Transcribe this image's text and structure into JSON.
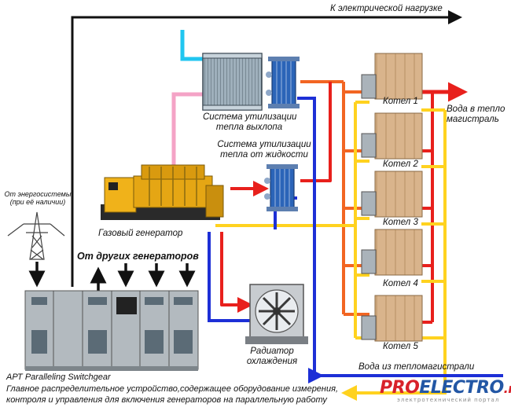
{
  "labels": {
    "electric_load": "К электрической нагрузке",
    "exhaust_recovery_1": "Система утилизации",
    "exhaust_recovery_2": "тепла выхлопа",
    "liquid_recovery_1": "Система утилизации",
    "liquid_recovery_2": "тепла от жидкости",
    "gas_generator": "Газовый генератор",
    "from_grid_1": "От энергосистемы",
    "from_grid_2": "(при её наличии)",
    "from_other_generators": "От других генераторов",
    "radiator_1": "Радиатор",
    "radiator_2": "охлаждения",
    "water_to_main_1": "Вода в тепло",
    "water_to_main_2": "магистраль",
    "water_from_main": "Вода из тепломагистрали",
    "switchgear_title": "АРТ Paralleling Switchgear",
    "switchgear_desc_1": "Главное распределительное устройство,содержащее оборудование измерения,",
    "switchgear_desc_2": "контроля и управления для включения генераторов на параллельную работу"
  },
  "boilers": [
    "Котел 1",
    "Котел 2",
    "Котел 3",
    "Котел 4",
    "Котел 5"
  ],
  "brand": {
    "part1": "PRO",
    "part2": "ELECTRO",
    "part3": ".ru",
    "tagline": "электротехнический портал"
  },
  "colors": {
    "electric": "#111111",
    "hot_red": "#e8201c",
    "orange": "#f26522",
    "yellow": "#ffd21f",
    "blue": "#1d2fd6",
    "cyan": "#21c6f0",
    "pink": "#f4a3c6",
    "boiler": "#d9b48c",
    "generator": "#e5a614"
  }
}
